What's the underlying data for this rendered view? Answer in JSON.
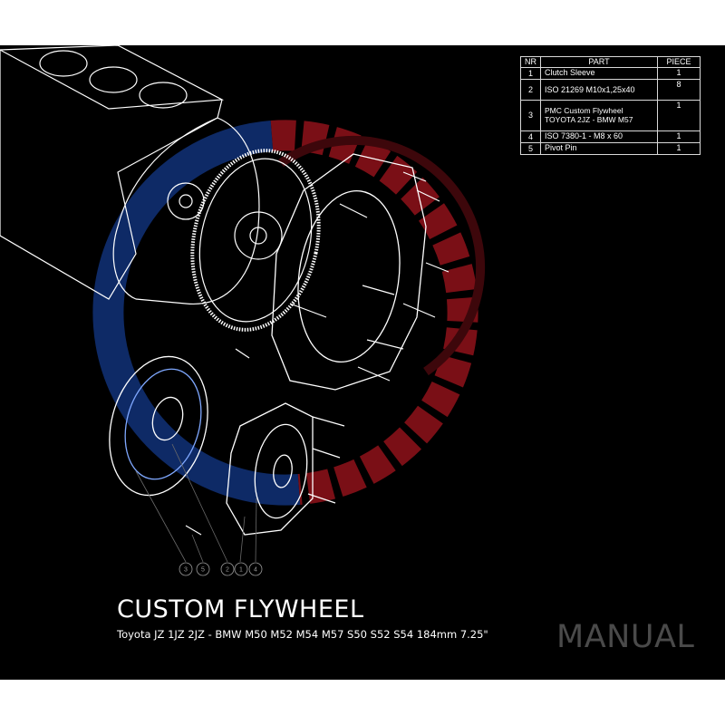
{
  "bom": {
    "headers": {
      "nr": "NR",
      "part": "PART",
      "piece": "PIECE"
    },
    "rows": [
      {
        "nr": "1",
        "part": "Clutch Sleeve",
        "piece": "1"
      },
      {
        "nr": "2",
        "part": "ISO 21269 M10x1,25x40",
        "piece": "8"
      },
      {
        "nr": "3",
        "part": "PMC Custom Flywheel TOYOTA 2JZ - BMW M57",
        "piece": "1"
      },
      {
        "nr": "4",
        "part": "ISO 7380-1 - M8 x 60",
        "piece": "1"
      },
      {
        "nr": "5",
        "part": "Pivot Pin",
        "piece": "1"
      }
    ]
  },
  "callouts": [
    "3",
    "5",
    "2",
    "1",
    "4"
  ],
  "title": "CUSTOM FLYWHEEL",
  "subtitle": "Toyota JZ 1JZ 2JZ - BMW M50 M52 M54 M57 S50 S52 S54 184mm 7.25\"",
  "watermark": "MANUAL",
  "colors": {
    "background": "#000000",
    "lines": "#ffffff",
    "logo_blue": "#0e2a66",
    "logo_red": "#7a0f16",
    "watermark": "#4a4a4a"
  }
}
